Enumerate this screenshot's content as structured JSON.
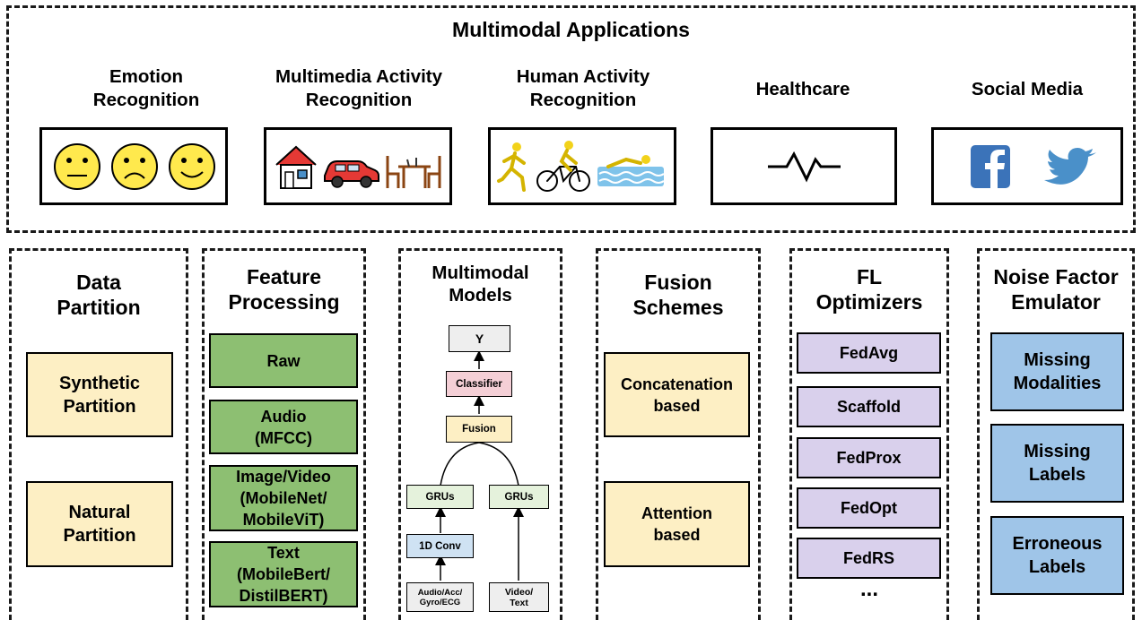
{
  "top": {
    "title": "Multimodal Applications",
    "apps": [
      {
        "label_lines": [
          "Emotion",
          "Recognition"
        ],
        "icons": [
          "neutral-face-icon",
          "sad-face-icon",
          "happy-face-icon"
        ]
      },
      {
        "label_lines": [
          "Multimedia Activity",
          "Recognition"
        ],
        "icons": [
          "house-icon",
          "car-icon",
          "dining-table-icon"
        ]
      },
      {
        "label_lines": [
          "Human Activity",
          "Recognition"
        ],
        "icons": [
          "running-person-icon",
          "cycling-person-icon",
          "swimming-person-icon"
        ]
      },
      {
        "label_lines": [
          "Healthcare"
        ],
        "icons": [
          "heartbeat-icon"
        ]
      },
      {
        "label_lines": [
          "Social Media"
        ],
        "icons": [
          "facebook-icon",
          "twitter-icon"
        ]
      }
    ]
  },
  "panels": {
    "data_partition": {
      "title_lines": [
        "Data",
        "Partition"
      ],
      "items": [
        [
          "Synthetic",
          "Partition"
        ],
        [
          "Natural",
          "Partition"
        ]
      ]
    },
    "feature_processing": {
      "title_lines": [
        "Feature",
        "Processing"
      ],
      "items": [
        [
          "Raw"
        ],
        [
          "Audio",
          "(MFCC)"
        ],
        [
          "Image/Video",
          "(MobileNet/",
          "MobileViT)"
        ],
        [
          "Text",
          "(MobileBert/",
          "DistilBERT)"
        ]
      ]
    },
    "multimodal_models": {
      "title_lines": [
        "Multimodal",
        "Models"
      ],
      "nodes": {
        "y": "Y",
        "classifier": "Classifier",
        "fusion": "Fusion",
        "gru_left": "GRUs",
        "gru_right": "GRUs",
        "conv": "1D Conv",
        "input_left_lines": [
          "Audio/Acc/",
          "Gyro/ECG"
        ],
        "input_right_lines": [
          "Video/",
          "Text"
        ]
      }
    },
    "fusion_schemes": {
      "title_lines": [
        "Fusion",
        "Schemes"
      ],
      "items": [
        [
          "Concatenation",
          "based"
        ],
        [
          "Attention",
          "based"
        ]
      ]
    },
    "fl_optimizers": {
      "title_lines": [
        "FL",
        "Optimizers"
      ],
      "items": [
        "FedAvg",
        "Scaffold",
        "FedProx",
        "FedOpt",
        "FedRS"
      ],
      "more": "..."
    },
    "noise_emulator": {
      "title_lines": [
        "Noise Factor",
        "Emulator"
      ],
      "items": [
        [
          "Missing",
          "Modalities"
        ],
        [
          "Missing",
          "Labels"
        ],
        [
          "Erroneous",
          "Labels"
        ]
      ]
    }
  },
  "colors": {
    "partition_fill": "#fdefc4",
    "feature_fill": "#8dbf72",
    "optimizer_fill": "#d9d0ec",
    "noise_fill": "#9fc5e8",
    "face_fill": "#ffe94d",
    "facebook_blue": "#3b73b9",
    "twitter_blue": "#4a90c9"
  }
}
